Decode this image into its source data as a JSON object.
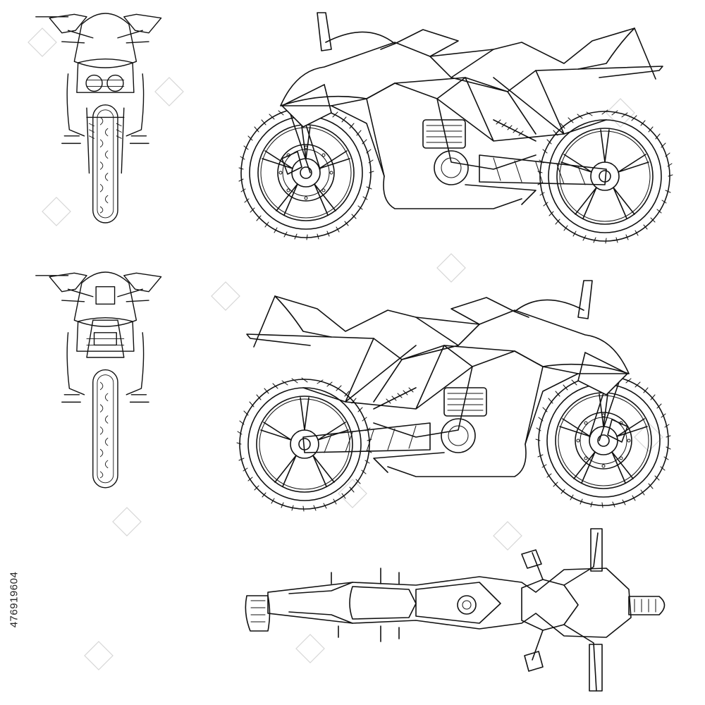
{
  "stock": {
    "id": "476919604"
  },
  "colors": {
    "line": "#111111",
    "background": "#ffffff",
    "watermark": "#d6d6d6"
  },
  "views": [
    {
      "name": "front-view"
    },
    {
      "name": "left-side-view"
    },
    {
      "name": "rear-view"
    },
    {
      "name": "right-side-view"
    },
    {
      "name": "top-view"
    }
  ]
}
